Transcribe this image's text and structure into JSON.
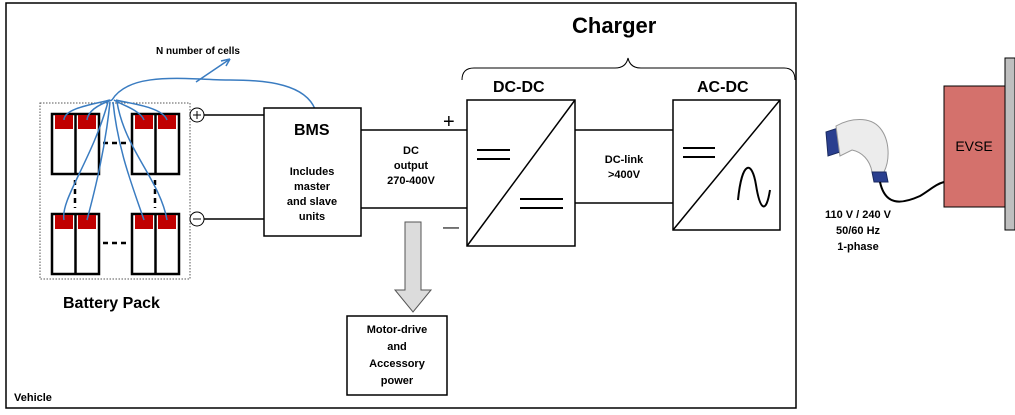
{
  "labels": {
    "charger": "Charger",
    "n_cells": "N number of cells",
    "battery_pack": "Battery Pack",
    "vehicle": "Vehicle",
    "bms_title": "BMS",
    "bms_line1": "Includes",
    "bms_line2": "master",
    "bms_line3": "and slave",
    "bms_line4": "units",
    "dc_out_1": "DC",
    "dc_out_2": "output",
    "dc_out_3": "270-400V",
    "dcdc": "DC-DC",
    "acdc": "AC-DC",
    "dclink_1": "DC-link",
    "dclink_2": ">400V",
    "motor_1": "Motor-drive",
    "motor_2": "and",
    "motor_3": "Accessory",
    "motor_4": "power",
    "evse": "EVSE",
    "supply_1": "110 V / 240 V",
    "supply_2": "50/60 Hz",
    "supply_3": "1-phase",
    "plus": "+",
    "minus": "—"
  },
  "colors": {
    "cell_red": "#c00000",
    "wire_blue": "#3a7cc1",
    "evse_fill": "#d4716c",
    "arrow_fill": "#dcdcdc",
    "grid_fill": "#bfbfbf"
  }
}
